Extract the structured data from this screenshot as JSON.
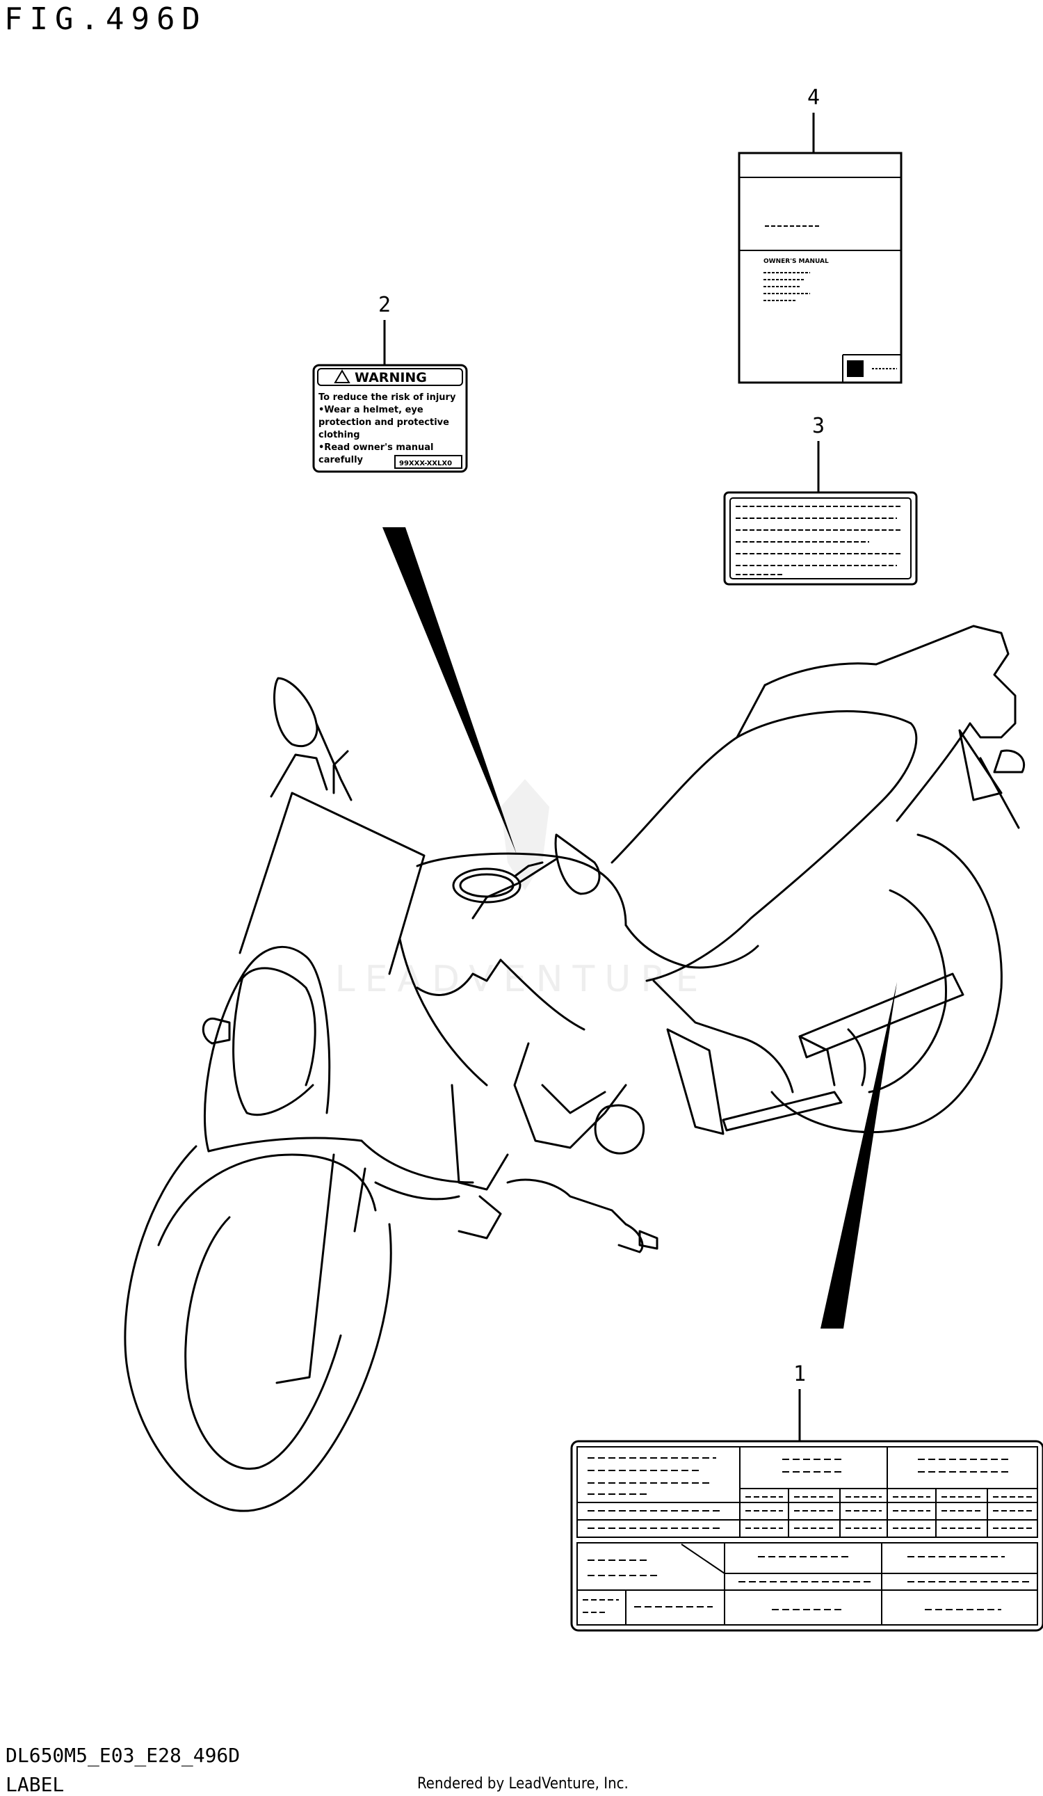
{
  "figure_title": "FIG.496D",
  "callouts": {
    "c1": "1",
    "c2": "2",
    "c3": "3",
    "c4": "4"
  },
  "warning_label": {
    "heading": "WARNING",
    "lines": [
      "To reduce the risk of injury",
      "•Wear a helmet, eye",
      " protection and protective",
      " clothing",
      "•Read owner's manual",
      " carefully"
    ],
    "part_number": "99XXX-XXLX0"
  },
  "manual_label": {
    "title": "OWNER'S MANUAL"
  },
  "watermark": "LEADVENTURE",
  "footer": {
    "model_code": "DL650M5_E03_E28_496D",
    "caption": "LABEL",
    "rendered_by": "Rendered by LeadVenture, Inc."
  }
}
